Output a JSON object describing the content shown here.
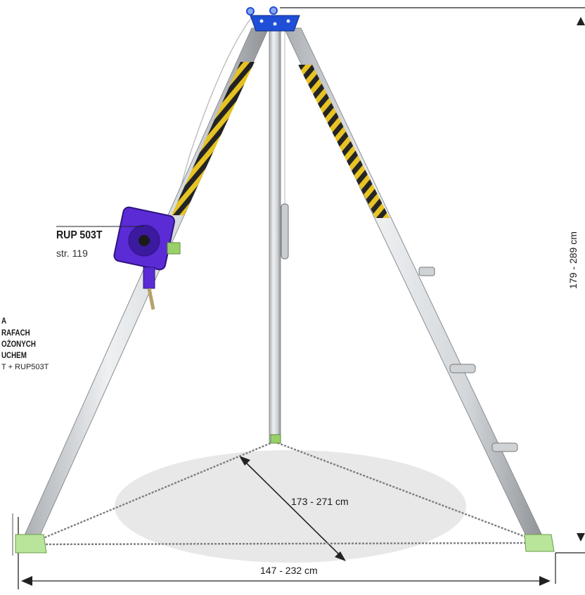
{
  "product": {
    "model": "RUP 503T",
    "page_ref": "str. 119"
  },
  "left_note": {
    "line1": "A",
    "line2": "RAFACH",
    "line3": "OŻONYCH",
    "line4": "UCHEM",
    "line5": "T + RUP503T"
  },
  "dimensions": {
    "height": "179 - 289 cm",
    "leg_span": "173 - 271 cm",
    "base_width": "147 - 232 cm"
  },
  "colors": {
    "head": "#1f4fd6",
    "winch": "#5b2bd6",
    "feet": "#b9e59a",
    "leg": "#d9dde0",
    "hazard_stripe": "#e8c21a",
    "floor_shadow": "#e6e6e6"
  }
}
